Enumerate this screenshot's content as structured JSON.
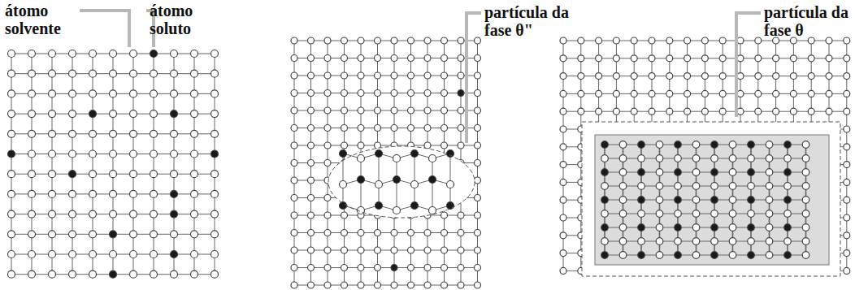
{
  "diagram": {
    "labels": [
      "átomo solvente",
      "átomo soluto",
      "partícula da fase θ\"",
      "partícula da fase θ"
    ]
  }
}
